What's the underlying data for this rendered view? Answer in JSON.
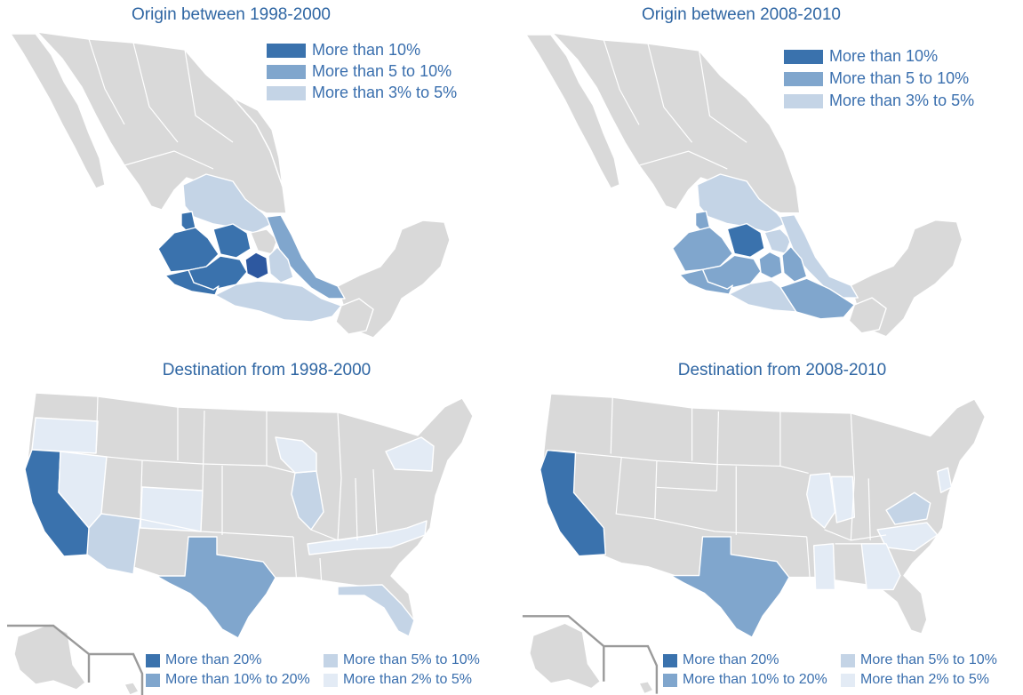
{
  "colors": {
    "land": "#d9d9d9",
    "dark": "#3a72ad",
    "darkest": "#2d58a0",
    "medium": "#80a6cd",
    "light": "#c4d4e6",
    "lightest": "#e3ebf5",
    "title": "#2f66a3"
  },
  "maps": {
    "origin_1998": {
      "title": "Origin between 1998-2000",
      "legend": [
        "More than 10%",
        "More than 5 to 10%",
        "More than 3% to 5%"
      ]
    },
    "origin_2008": {
      "title": "Origin between 2008-2010",
      "legend": [
        "More than 10%",
        "More than 5 to 10%",
        "More than 3% to 5%"
      ]
    },
    "dest_1998": {
      "title": "Destination from 1998-2000",
      "legend": [
        "More than 20%",
        "More than 10% to 20%",
        "More than 5% to 10%",
        "More than 2% to 5%"
      ]
    },
    "dest_2008": {
      "title": "Destination from 2008-2010",
      "legend": [
        "More than 20%",
        "More than 10% to 20%",
        "More than 5% to 10%",
        "More than 2% to 5%"
      ]
    }
  }
}
